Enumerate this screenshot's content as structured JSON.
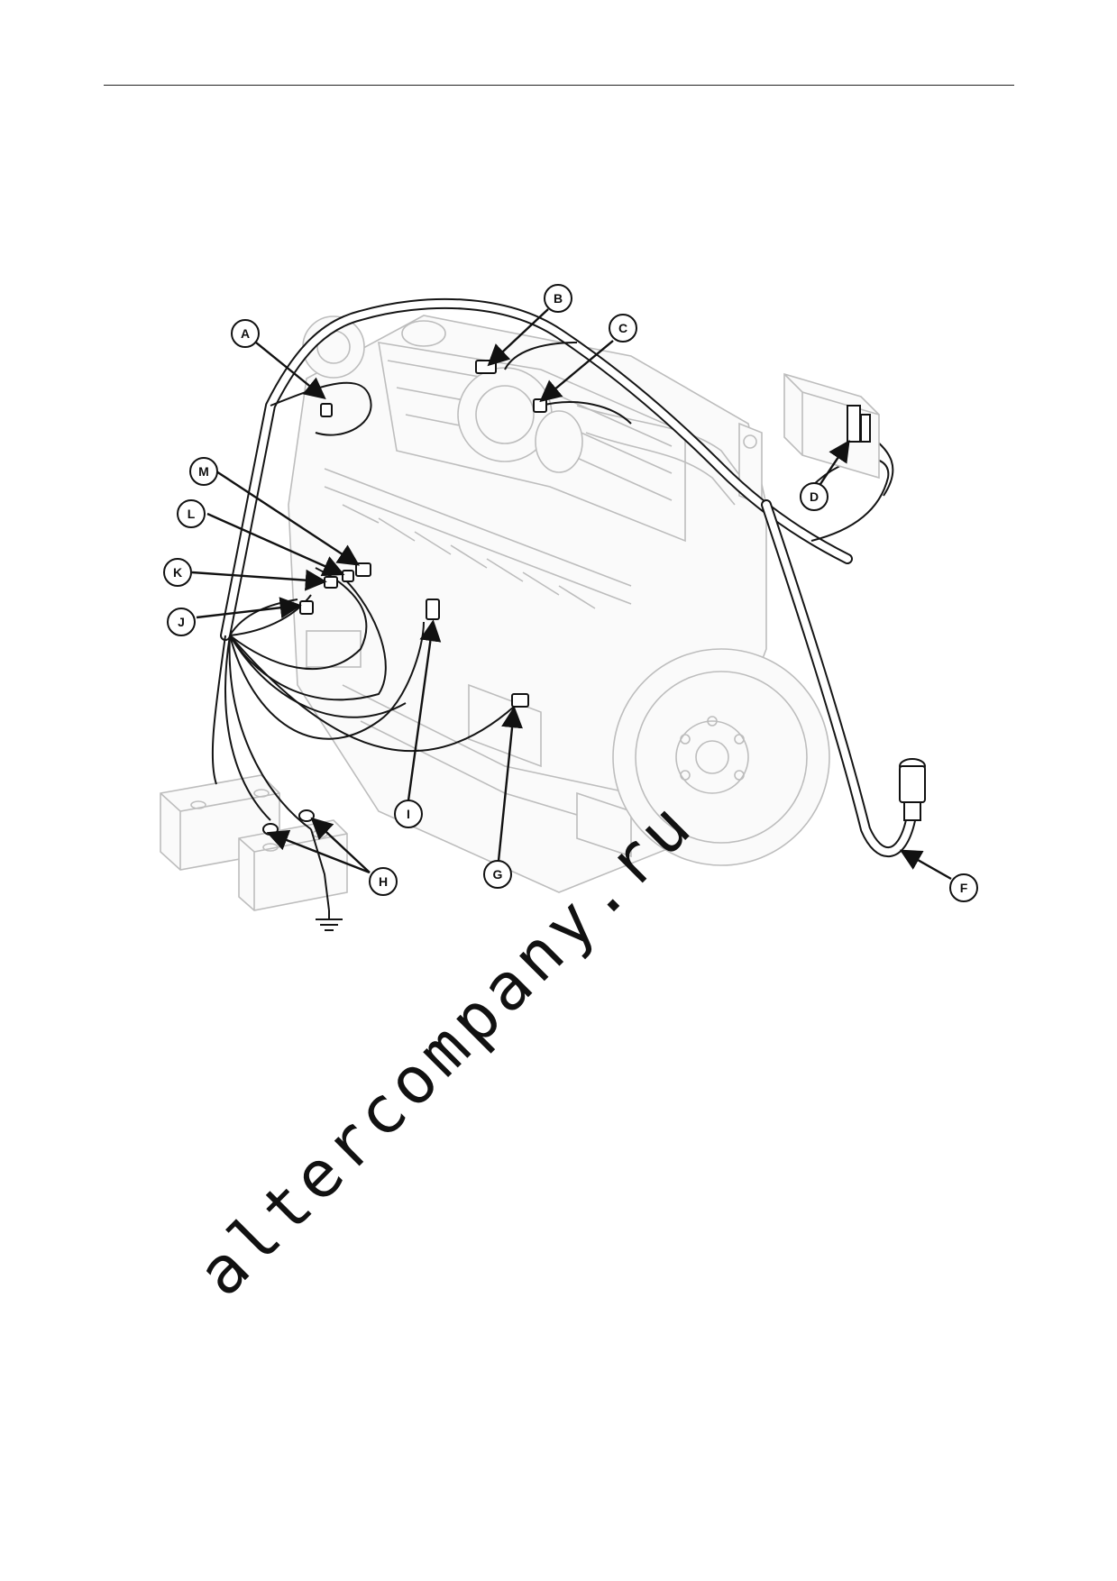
{
  "callouts": {
    "a": "A",
    "b": "B",
    "c": "C",
    "d": "D",
    "f": "F",
    "g": "G",
    "h": "H",
    "i": "I",
    "j": "J",
    "k": "K",
    "l": "L",
    "m": "M"
  },
  "watermark": "altercompany.ru",
  "ground_symbol": "ground-icon"
}
